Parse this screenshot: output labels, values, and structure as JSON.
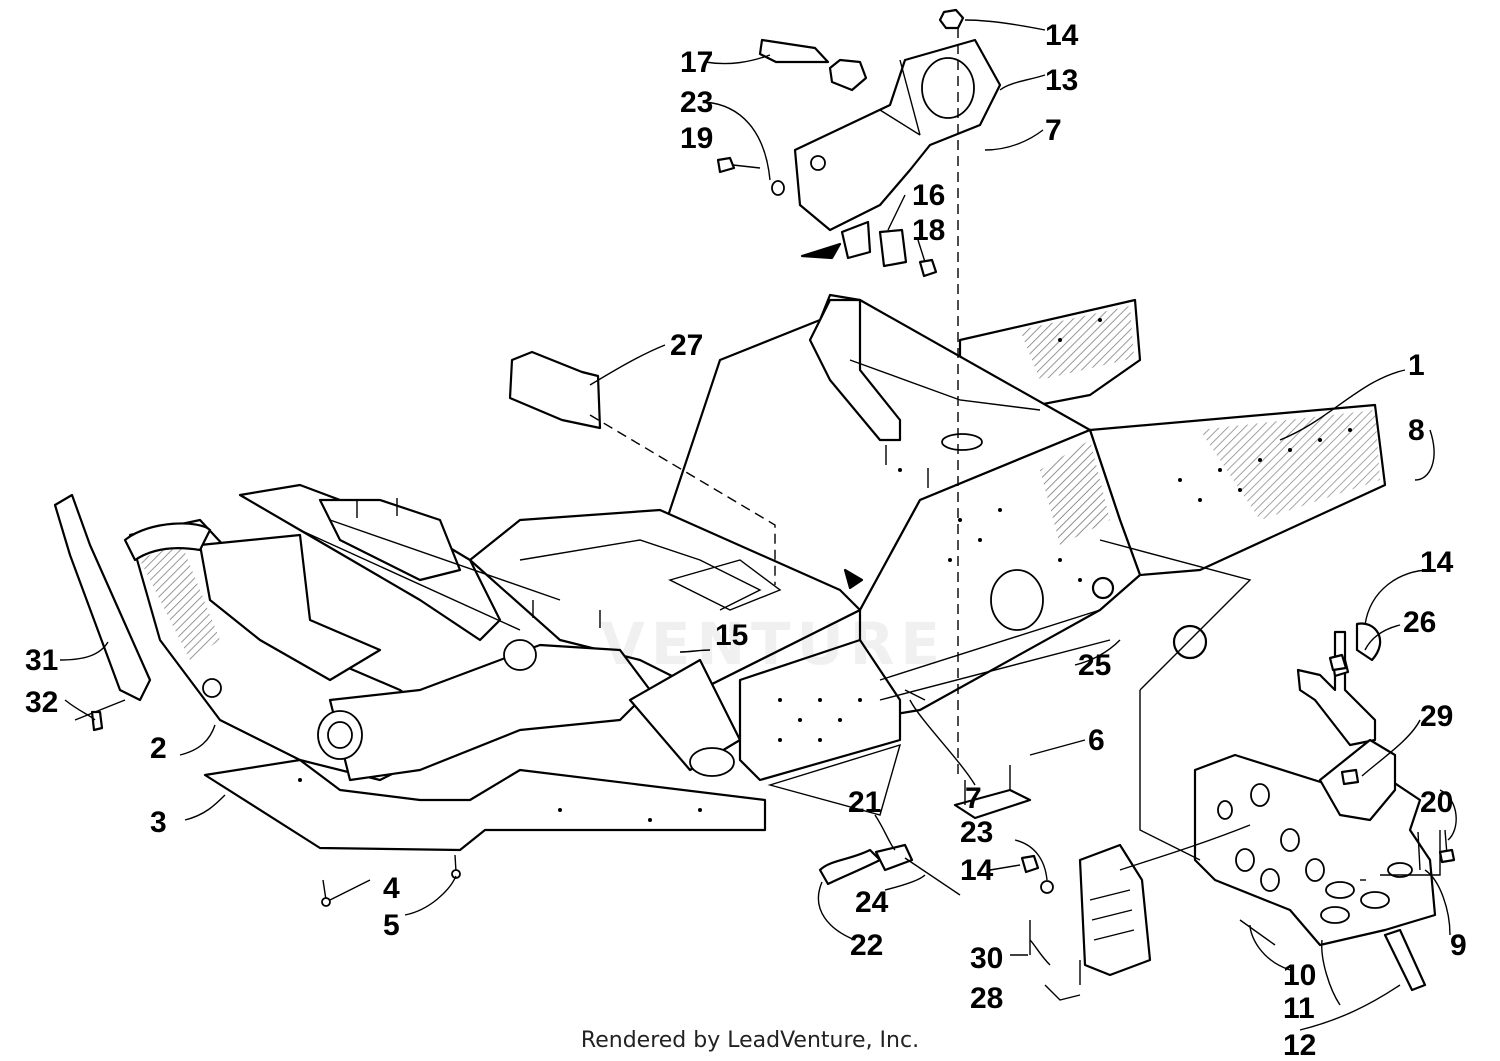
{
  "footer": "Rendered by LeadVenture, Inc.",
  "watermark": "VENTURE",
  "callouts": [
    {
      "id": "c-1",
      "text": "1"
    },
    {
      "id": "c-2",
      "text": "2"
    },
    {
      "id": "c-3",
      "text": "3"
    },
    {
      "id": "c-4",
      "text": "4"
    },
    {
      "id": "c-5",
      "text": "5"
    },
    {
      "id": "c-6",
      "text": "6"
    },
    {
      "id": "c-7a",
      "text": "7"
    },
    {
      "id": "c-7b",
      "text": "7"
    },
    {
      "id": "c-8",
      "text": "8"
    },
    {
      "id": "c-9",
      "text": "9"
    },
    {
      "id": "c-10",
      "text": "10"
    },
    {
      "id": "c-11",
      "text": "11"
    },
    {
      "id": "c-12",
      "text": "12"
    },
    {
      "id": "c-13",
      "text": "13"
    },
    {
      "id": "c-14a",
      "text": "14"
    },
    {
      "id": "c-14b",
      "text": "14"
    },
    {
      "id": "c-14c",
      "text": "14"
    },
    {
      "id": "c-15",
      "text": "15"
    },
    {
      "id": "c-16",
      "text": "16"
    },
    {
      "id": "c-17",
      "text": "17"
    },
    {
      "id": "c-18",
      "text": "18"
    },
    {
      "id": "c-19",
      "text": "19"
    },
    {
      "id": "c-20",
      "text": "20"
    },
    {
      "id": "c-21",
      "text": "21"
    },
    {
      "id": "c-22",
      "text": "22"
    },
    {
      "id": "c-23a",
      "text": "23"
    },
    {
      "id": "c-23b",
      "text": "23"
    },
    {
      "id": "c-24",
      "text": "24"
    },
    {
      "id": "c-25",
      "text": "25"
    },
    {
      "id": "c-26",
      "text": "26"
    },
    {
      "id": "c-27",
      "text": "27"
    },
    {
      "id": "c-28",
      "text": "28"
    },
    {
      "id": "c-29",
      "text": "29"
    },
    {
      "id": "c-30",
      "text": "30"
    },
    {
      "id": "c-31",
      "text": "31"
    },
    {
      "id": "c-32",
      "text": "32"
    }
  ]
}
